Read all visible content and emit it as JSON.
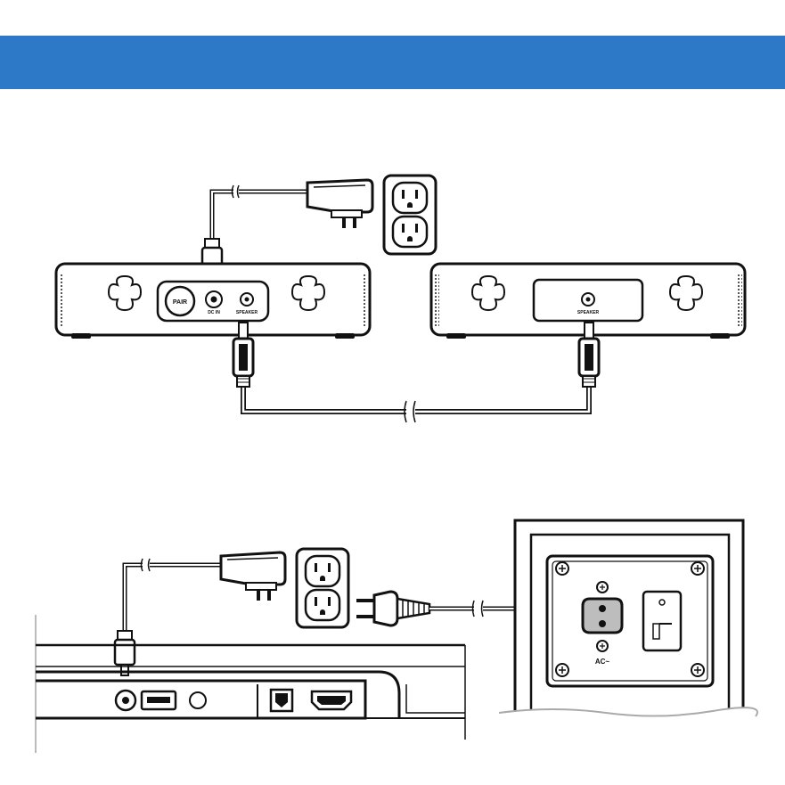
{
  "banner": {
    "color": "#2d79c8"
  },
  "speaker_left": {
    "labels": {
      "pair": "PAIR",
      "dc_in": "DC IN",
      "speaker": "SPEAKER"
    }
  },
  "speaker_right": {
    "labels": {
      "speaker": "SPEAKER"
    }
  },
  "subwoofer": {
    "labels": {
      "ac": "AC~"
    }
  },
  "icons": [
    "power-adapter-icon",
    "wall-outlet-icon",
    "speaker-cable-plug-icon",
    "ac-power-cord-icon",
    "power-switch-icon"
  ]
}
